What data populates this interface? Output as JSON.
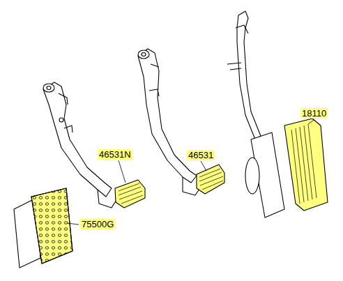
{
  "diagram": {
    "labels": [
      "46531N",
      "46531",
      "18110",
      "75500G"
    ]
  }
}
